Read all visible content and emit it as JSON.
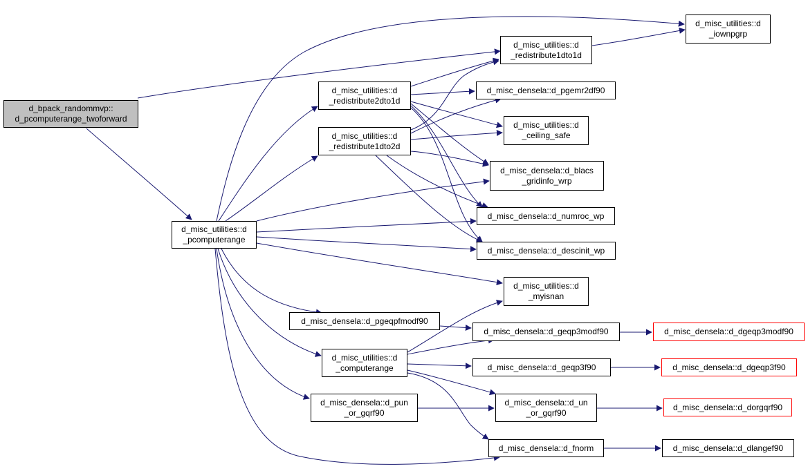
{
  "colors": {
    "edge": "#191970",
    "external_border": "#ff0000",
    "root_fill": "#bfbfbf"
  },
  "nodes": {
    "root": {
      "lines": [
        "d_bpack_randommvp::",
        "d_pcomputerange_twoforward"
      ]
    },
    "pcomp": {
      "lines": [
        "d_misc_utilities::d",
        "_pcomputerange"
      ]
    },
    "iown": {
      "lines": [
        "d_misc_utilities::d",
        "_iownpgrp"
      ]
    },
    "r1d1d": {
      "lines": [
        "d_misc_utilities::d",
        "_redistribute1dto1d"
      ]
    },
    "r2d1d": {
      "lines": [
        "d_misc_utilities::d",
        "_redistribute2dto1d"
      ]
    },
    "r1d2d": {
      "lines": [
        "d_misc_utilities::d",
        "_redistribute1dto2d"
      ]
    },
    "pgemr": {
      "lines": [
        "d_misc_densela::d_pgemr2df90"
      ]
    },
    "ceil": {
      "lines": [
        "d_misc_utilities::d",
        "_ceiling_safe"
      ]
    },
    "blacs": {
      "lines": [
        "d_misc_densela::d_blacs",
        "_gridinfo_wrp"
      ]
    },
    "numroc": {
      "lines": [
        "d_misc_densela::d_numroc_wp"
      ]
    },
    "descinit": {
      "lines": [
        "d_misc_densela::d_descinit_wp"
      ]
    },
    "myisnan": {
      "lines": [
        "d_misc_utilities::d",
        "_myisnan"
      ]
    },
    "pgeqpf": {
      "lines": [
        "d_misc_densela::d_pgeqpfmodf90"
      ]
    },
    "geqp3m": {
      "lines": [
        "d_misc_densela::d_geqp3modf90"
      ]
    },
    "dgeqp3m": {
      "lines": [
        "d_misc_densela::d_dgeqp3modf90"
      ]
    },
    "compr": {
      "lines": [
        "d_misc_utilities::d",
        "_computerange"
      ]
    },
    "geqp3": {
      "lines": [
        "d_misc_densela::d_geqp3f90"
      ]
    },
    "dgeqp3": {
      "lines": [
        "d_misc_densela::d_dgeqp3f90"
      ]
    },
    "pun": {
      "lines": [
        "d_misc_densela::d_pun",
        "_or_gqrf90"
      ]
    },
    "un": {
      "lines": [
        "d_misc_densela::d_un",
        "_or_gqrf90"
      ]
    },
    "dorg": {
      "lines": [
        "d_misc_densela::d_dorgqrf90"
      ]
    },
    "fnorm": {
      "lines": [
        "d_misc_densela::d_fnorm"
      ]
    },
    "dlange": {
      "lines": [
        "d_misc_densela::d_dlangef90"
      ]
    }
  }
}
